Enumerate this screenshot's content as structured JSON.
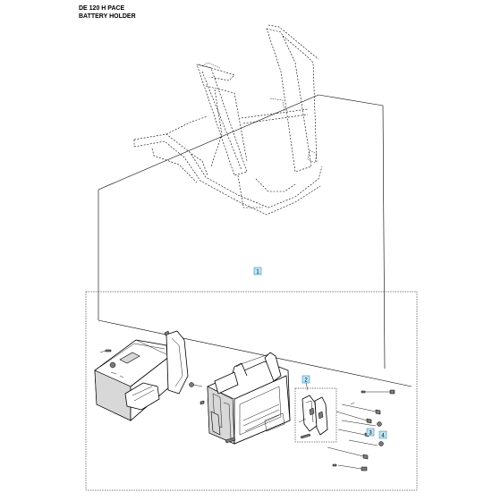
{
  "header": {
    "model": "DE 120 H PACE",
    "section": "BATTERY HOLDER"
  },
  "callouts": [
    {
      "number": "1"
    },
    {
      "number": "2"
    },
    {
      "number": "3"
    },
    {
      "number": "4"
    }
  ],
  "colors": {
    "callout_fill": "#bfe6f5",
    "callout_border": "#3a8fb7",
    "line": "#000000"
  }
}
